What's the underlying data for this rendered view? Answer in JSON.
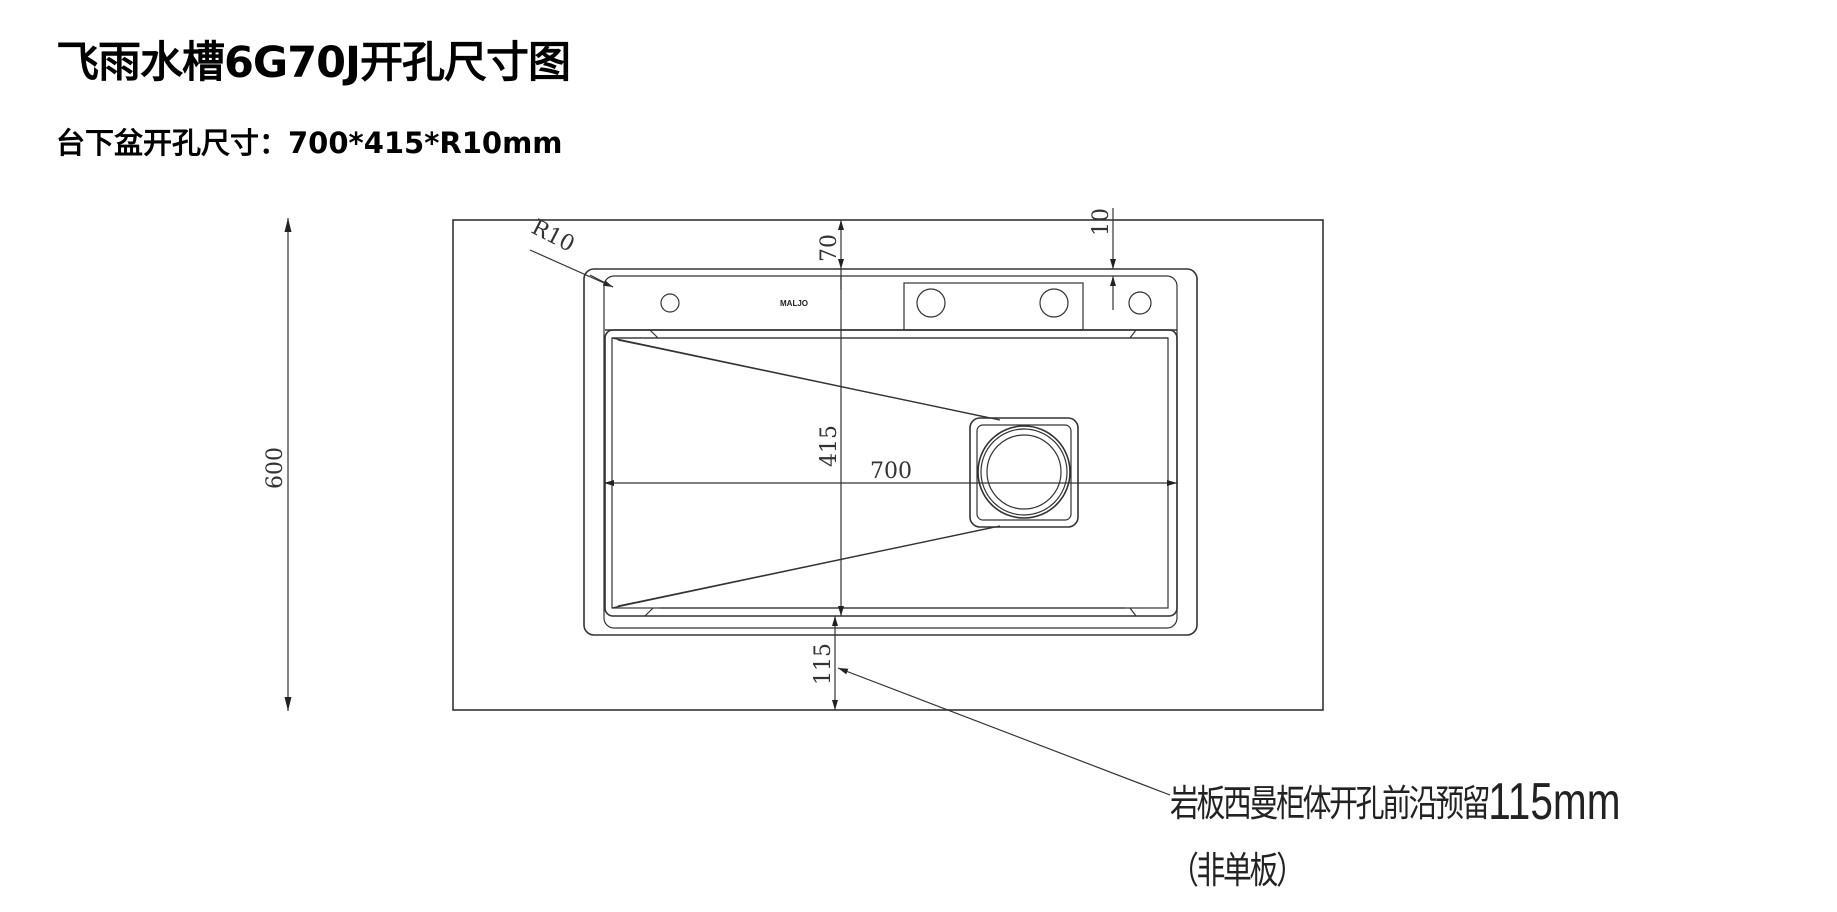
{
  "header": {
    "title": "飞雨水槽6G70J开孔尺寸图",
    "subtitle": "台下盆开孔尺寸：700*415*R10mm"
  },
  "drawing": {
    "dimensions": {
      "cabinet_depth": "600",
      "corner_radius": "R10",
      "back_margin": "70",
      "deck_offset": "10",
      "cutout_depth": "415",
      "cutout_width": "700",
      "front_margin": "115"
    },
    "logo_text": "MALJO",
    "annotation": {
      "line1_text": "岩板西曼柜体开孔前沿预留",
      "line1_value": "115mm",
      "line2": "（非单板）"
    }
  },
  "colors": {
    "line": "#333333",
    "background": "#ffffff"
  }
}
